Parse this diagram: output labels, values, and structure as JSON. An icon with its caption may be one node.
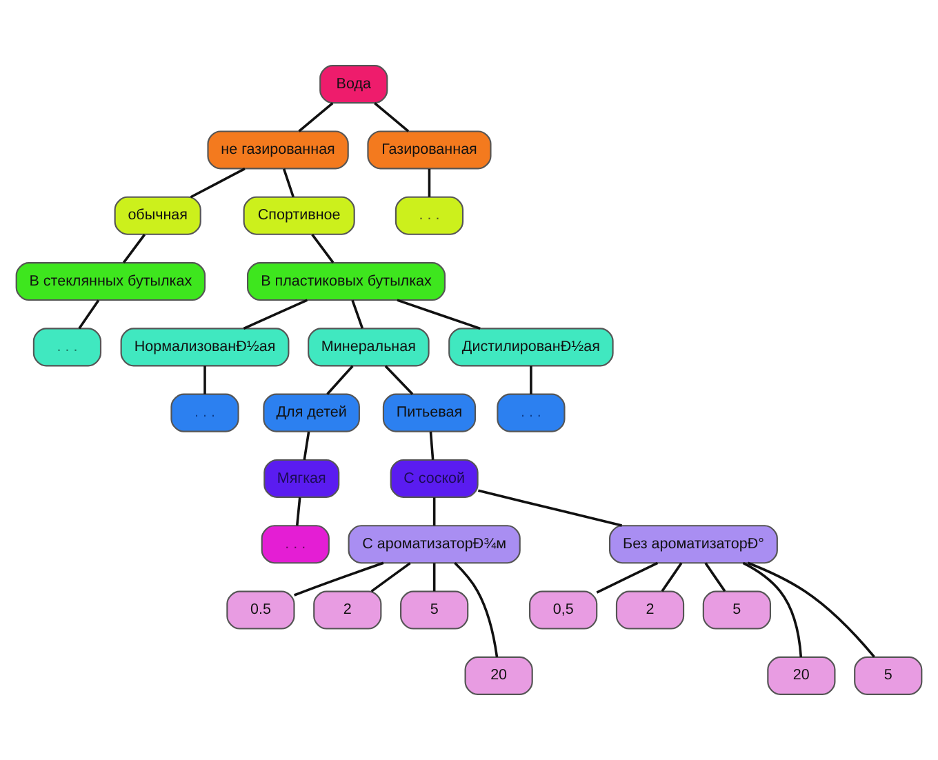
{
  "diagram": {
    "nodes": [
      {
        "text": [
          "Вода"
        ]
      },
      {
        "text": [
          "не газированная"
        ]
      },
      {
        "text": [
          "Газированная"
        ]
      },
      {
        "text": [
          "обычная"
        ]
      },
      {
        "text": [
          "Спортивное"
        ]
      },
      {
        "text": [
          ". . ."
        ]
      },
      {
        "text": [
          "В стеклянных бутылках"
        ]
      },
      {
        "text": [
          "В пластиковых бутылках"
        ]
      },
      {
        "text": [
          ". . ."
        ]
      },
      {
        "text": [
          "НормализованÐ½ая"
        ]
      },
      {
        "text": [
          "Минеральная"
        ]
      },
      {
        "text": [
          "ДистилированÐ½ая"
        ]
      },
      {
        "text": [
          ". . ."
        ]
      },
      {
        "text": [
          "Для детей"
        ]
      },
      {
        "text": [
          "Питьевая"
        ]
      },
      {
        "text": [
          ". . ."
        ]
      },
      {
        "text": [
          "Мягкая"
        ]
      },
      {
        "text": [
          "С ароматизаторÐ¾м"
        ]
      },
      {
        "text": [
          "С соской"
        ]
      },
      {
        "text": [
          "Без ароматизаторÐ°"
        ]
      },
      {
        "text": [
          ". . ."
        ]
      },
      {
        "text": [
          "0.5"
        ]
      },
      {
        "text": [
          "2"
        ]
      },
      {
        "text": [
          "5"
        ]
      },
      {
        "text": [
          "0,5"
        ]
      },
      {
        "text": [
          "2"
        ]
      },
      {
        "text": [
          "5"
        ]
      },
      {
        "text": [
          "20"
        ]
      },
      {
        "text": [
          "20"
        ]
      },
      {
        "text": [
          "5"
        ]
      }
    ],
    "edges": [
      {
        "from": 0,
        "to": 1,
        "arrow": "none"
      },
      {
        "from": 0,
        "to": 2,
        "arrow": "none"
      },
      {
        "from": 1,
        "to": 3,
        "arrow": "none"
      },
      {
        "from": 1,
        "to": 4,
        "arrow": "none"
      },
      {
        "from": 2,
        "to": 5,
        "arrow": "none"
      },
      {
        "from": 3,
        "to": 6,
        "arrow": "none"
      },
      {
        "from": 4,
        "to": 7,
        "arrow": "none"
      },
      {
        "from": 6,
        "to": 8,
        "arrow": "none"
      },
      {
        "from": 7,
        "to": 9,
        "arrow": "none"
      },
      {
        "from": 7,
        "to": 10,
        "arrow": "none"
      },
      {
        "from": 7,
        "to": 11,
        "arrow": "none"
      },
      {
        "from": 9,
        "to": 12,
        "arrow": "none"
      },
      {
        "from": 10,
        "to": 13,
        "arrow": "none"
      },
      {
        "from": 10,
        "to": 14,
        "arrow": "none"
      },
      {
        "from": 11,
        "to": 15,
        "arrow": "none"
      },
      {
        "from": 13,
        "to": 16,
        "arrow": "none"
      },
      {
        "from": 14,
        "to": 18,
        "arrow": "none"
      },
      {
        "from": 16,
        "to": 20,
        "arrow": "none"
      },
      {
        "from": 18,
        "to": 17,
        "arrow": "none"
      },
      {
        "from": 18,
        "to": 19,
        "arrow": "none"
      },
      {
        "from": 17,
        "to": 21,
        "arrow": "none"
      },
      {
        "from": 17,
        "to": 22,
        "arrow": "none"
      },
      {
        "from": 17,
        "to": 23,
        "arrow": "none"
      },
      {
        "from": 17,
        "to": 27,
        "arrow": "none"
      },
      {
        "from": 19,
        "to": 24,
        "arrow": "none"
      },
      {
        "from": 19,
        "to": 25,
        "arrow": "none"
      },
      {
        "from": 19,
        "to": 26,
        "arrow": "none"
      },
      {
        "from": 19,
        "to": 28,
        "arrow": "none"
      },
      {
        "from": 19,
        "to": 29,
        "arrow": "none"
      }
    ]
  }
}
